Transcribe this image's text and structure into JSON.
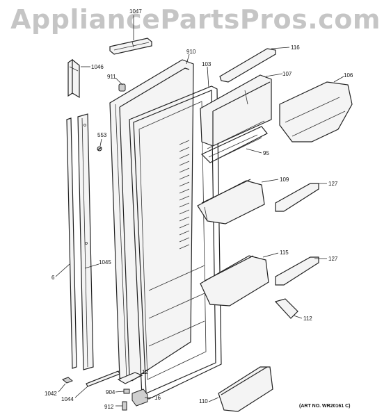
{
  "watermark": "AppliancePartsPros.com",
  "art_number": "(ART NO. WR20161 C)",
  "callouts": {
    "c1047": "1047",
    "c910": "910",
    "c116": "116",
    "c1046": "1046",
    "c911": "911",
    "c103": "103",
    "c107": "107",
    "c106": "106",
    "c553": "553",
    "c95": "95",
    "c109": "109",
    "c127a": "127",
    "c1045": "1045",
    "c6": "6",
    "c115": "115",
    "c127b": "127",
    "c112": "112",
    "c12": "12",
    "c1042": "1042",
    "c1044": "1044",
    "c904": "904",
    "c16": "16",
    "c912": "912",
    "c110": "110"
  }
}
